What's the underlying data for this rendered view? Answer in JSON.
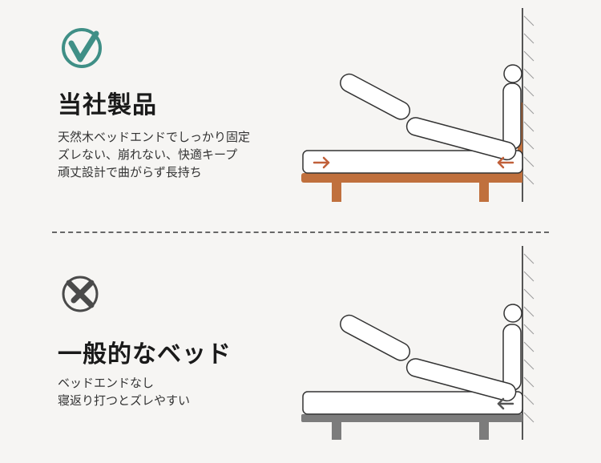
{
  "good": {
    "heading": "当社製品",
    "lines": [
      "天然木ベッドエンドでしっかり固定",
      "ズレない、崩れない、快適キープ",
      "頑丈設計で曲がらず長持ち"
    ],
    "icon": "check-circle-icon",
    "accent": "#3f8f86",
    "frame_color": "#c0703d",
    "arrow_color": "#c0603a"
  },
  "bad": {
    "heading": "一般的なベッド",
    "lines": [
      "ベッドエンドなし",
      "寝返り打つとズレやすい"
    ],
    "icon": "cross-circle-icon",
    "accent": "#4a4a4a",
    "frame_color": "#7c7c7c",
    "arrow_color": "#555555"
  }
}
